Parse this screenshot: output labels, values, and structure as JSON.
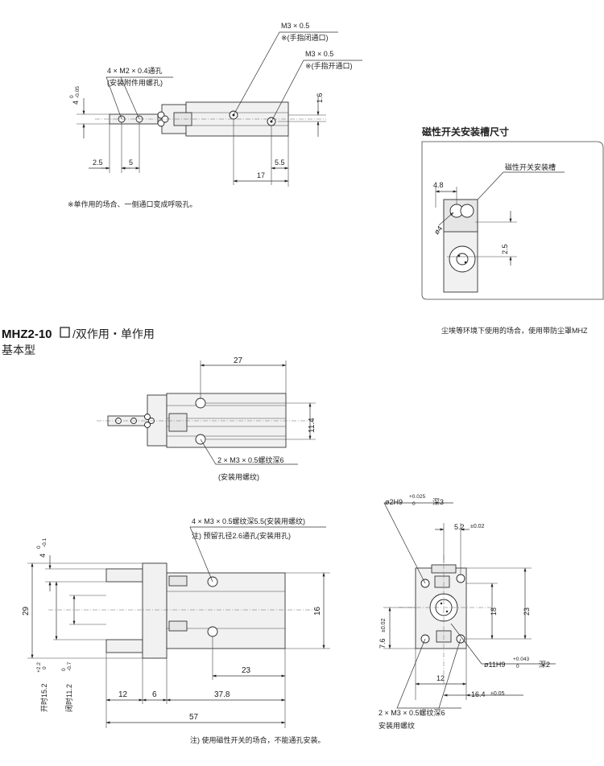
{
  "top": {
    "note_close_port": "M3 × 0.5",
    "note_close_port_sub": "※(手指闭通口)",
    "note_open_port": "M3 × 0.5",
    "note_open_port_sub": "※(手指开通口)",
    "note_attach_holes": "4 × M2 × 0.4通孔",
    "note_attach_holes_sub": "(安装附件用螺孔)",
    "dim_vert_left": "4",
    "dim_vert_left_tol": "-0.05",
    "dim_vert_left_tol0": "0",
    "dim_16": "1.6",
    "dim_25": "2.5",
    "dim_5": "5",
    "dim_17": "17",
    "dim_55": "5.5",
    "footnote": "※单作用的场合、一侧通口变成呼吸孔。"
  },
  "slot_box": {
    "title": "磁性开关安装槽尺寸",
    "label": "磁性开关安装槽",
    "dim_48": "4.8",
    "dim_phi4": "ø4",
    "dim_25": "2.5"
  },
  "dust_note": "尘埃等环境下使用的场合，使用带防尘罩MHZ",
  "heading": {
    "model": "MHZ2-10",
    "model_rest": "/双作用・单作用",
    "sub": "基本型"
  },
  "plan": {
    "dim_27": "27",
    "dim_114": "11.4",
    "note1": "2 × M3 × 0.5螺纹深6",
    "note2": "(安装用螺纹)"
  },
  "side": {
    "note1": "4 × M3 × 0.5螺纹深5.5(安装用螺纹)",
    "note2": "注) 预留孔径2.6通孔(安装用孔)",
    "dim_4": "4",
    "dim_4_tol_hi": "0",
    "dim_4_tol_lo": "-0.1",
    "dim_29": "29",
    "dim_16": "16",
    "dim_open": "开时15.2",
    "dim_open_tol_hi": "+2.2",
    "dim_open_tol_lo": "0",
    "dim_close": "闭时11.2",
    "dim_close_tol_hi": "0",
    "dim_close_tol_lo": "-0.7",
    "dim_23": "23",
    "dim_12": "12",
    "dim_6": "6",
    "dim_378": "37.8",
    "dim_57": "57",
    "footnote": "注) 使用磁性开关的场合，不能通孔安装。"
  },
  "end": {
    "note_pin": "ø2H9",
    "note_pin_tol_hi": "+0.025",
    "note_pin_tol_lo": "0",
    "note_pin_depth": "深3",
    "dim_52": "5.2",
    "dim_52_tol": "±0.02",
    "dim_18": "18",
    "dim_23": "23",
    "dim_76": "7.6",
    "dim_76_tol": "±0.02",
    "note_bore": "ø11H9",
    "note_bore_tol_hi": "+0.043",
    "note_bore_tol_lo": "0",
    "note_bore_depth": "深2",
    "dim_12": "12",
    "dim_164": "16.4",
    "dim_164_tol": "±0.05",
    "note_thread": "2 × M3 × 0.5螺纹深6",
    "note_thread_sub": "安装用螺纹"
  }
}
